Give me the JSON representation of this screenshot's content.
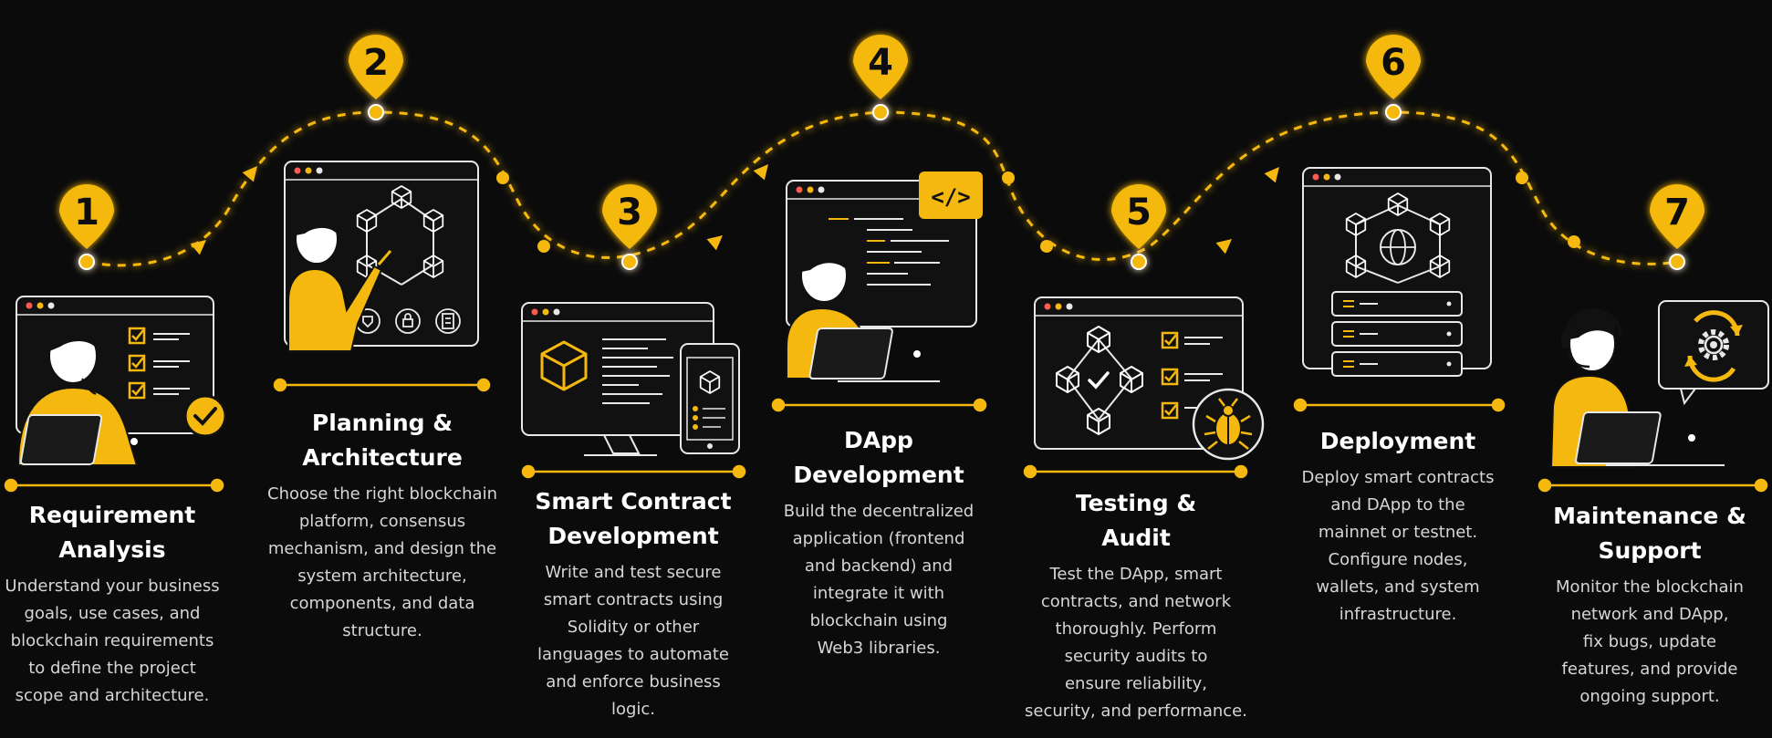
{
  "accent_color": "#f5b80f",
  "background_color": "#0b0b0b",
  "steps": [
    {
      "number": "1",
      "title": [
        "Requirement",
        "Analysis"
      ],
      "description": [
        "Understand your business",
        "goals, use cases, and",
        "blockchain requirements",
        "to define the project",
        "scope and architecture."
      ]
    },
    {
      "number": "2",
      "title": [
        "Planning &",
        "Architecture"
      ],
      "description": [
        "Choose the right blockchain",
        "platform, consensus",
        "mechanism, and design the",
        "system architecture,",
        "components, and data",
        "structure."
      ]
    },
    {
      "number": "3",
      "title": [
        "Smart Contract",
        "Development"
      ],
      "description": [
        "Write and test secure",
        "smart contracts using",
        "Solidity or other",
        "languages to automate",
        "and enforce business",
        "logic."
      ]
    },
    {
      "number": "4",
      "title": [
        "DApp",
        "Development"
      ],
      "description": [
        "Build the decentralized",
        "application (frontend",
        "and backend) and",
        "integrate it with",
        "blockchain using",
        "Web3 libraries."
      ]
    },
    {
      "number": "5",
      "title": [
        "Testing &",
        "Audit"
      ],
      "description": [
        "Test the DApp, smart",
        "contracts, and network",
        "thoroughly. Perform",
        "security audits to",
        "ensure reliability,",
        "security, and performance."
      ]
    },
    {
      "number": "6",
      "title": [
        "Deployment"
      ],
      "description": [
        "Deploy smart contracts",
        "and DApp to the",
        "mainnet or testnet.",
        "Configure nodes,",
        "wallets, and system",
        "infrastructure."
      ]
    },
    {
      "number": "7",
      "title": [
        "Maintenance &",
        "Support"
      ],
      "description": [
        "Monitor the blockchain",
        "network and DApp,",
        "fix bugs, update",
        "features, and provide",
        "ongoing support."
      ]
    }
  ],
  "icons": [
    "person-checklist-icon",
    "person-network-board-icon",
    "monitor-phone-cube-icon",
    "developer-laptop-code-icon",
    "network-checklist-bug-icon",
    "server-network-globe-icon",
    "support-agent-gear-icon"
  ],
  "code_tag": "</>"
}
